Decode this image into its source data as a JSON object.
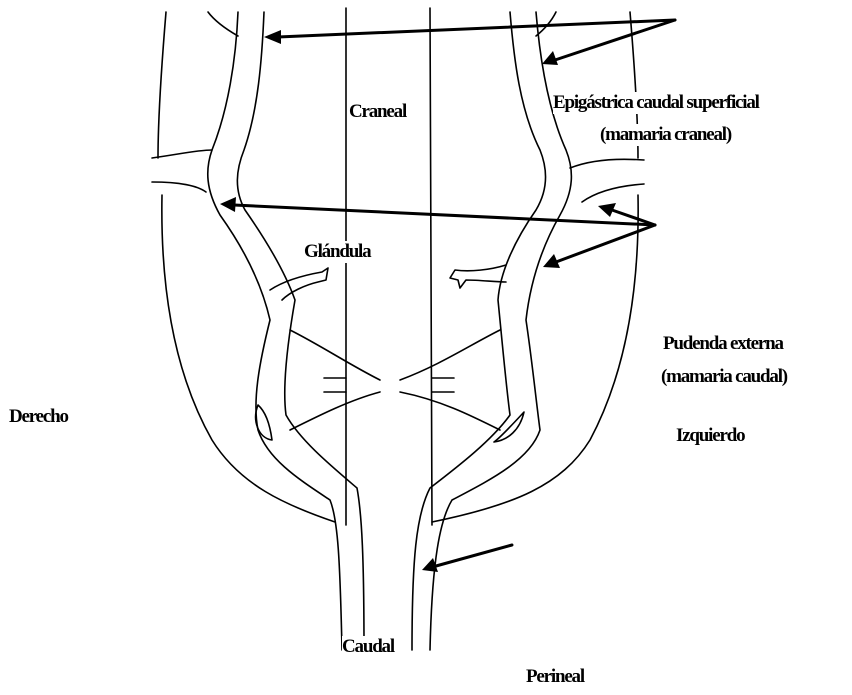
{
  "labels": {
    "craneal": "Craneal",
    "epigastrica": "Epigástrica caudal superficial",
    "mamaria_craneal": "(mamaria craneal)",
    "glandula": "Glándula",
    "pudenda": "Pudenda externa",
    "mamaria_caudal": "(mamaria caudal)",
    "derecho": "Derecho",
    "izquierdo": "Izquierdo",
    "caudal": "Caudal",
    "perineal": "Perineal"
  },
  "colors": {
    "line": "#000000",
    "background": "#ffffff"
  }
}
